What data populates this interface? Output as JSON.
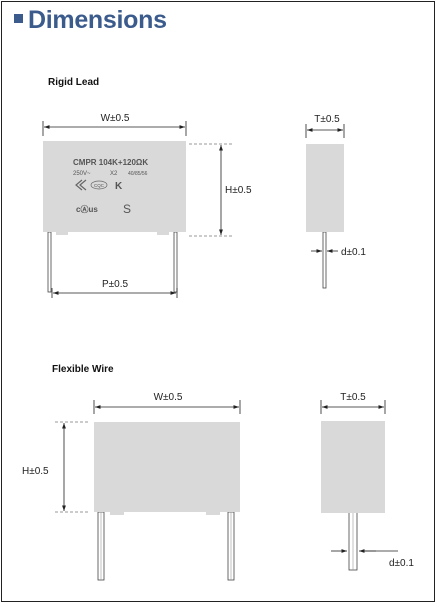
{
  "page": {
    "title": "Dimensions"
  },
  "rigid_lead": {
    "label": "Rigid Lead",
    "width": "W±0.5",
    "height": "H±0.5",
    "pitch": "P±0.5",
    "thickness": "T±0.5",
    "lead_diameter": "d±0.1",
    "marking": {
      "line1": "CMPR  104K+120ΩK",
      "voltage": "250V~",
      "class": "X2",
      "climatic": "40/85/56",
      "cqc_logo": "CQC",
      "ul_logo": "cⒶus",
      "kc_logo": "K",
      "s_mark": "S"
    }
  },
  "flexible_wire": {
    "label": "Flexible Wire",
    "width": "W±0.5",
    "height": "H±0.5",
    "thickness": "T±0.5",
    "lead_diameter": "d±0.1"
  },
  "colors": {
    "title": "#3b5b8c",
    "body": "#d9d9d9",
    "line": "#222222"
  }
}
